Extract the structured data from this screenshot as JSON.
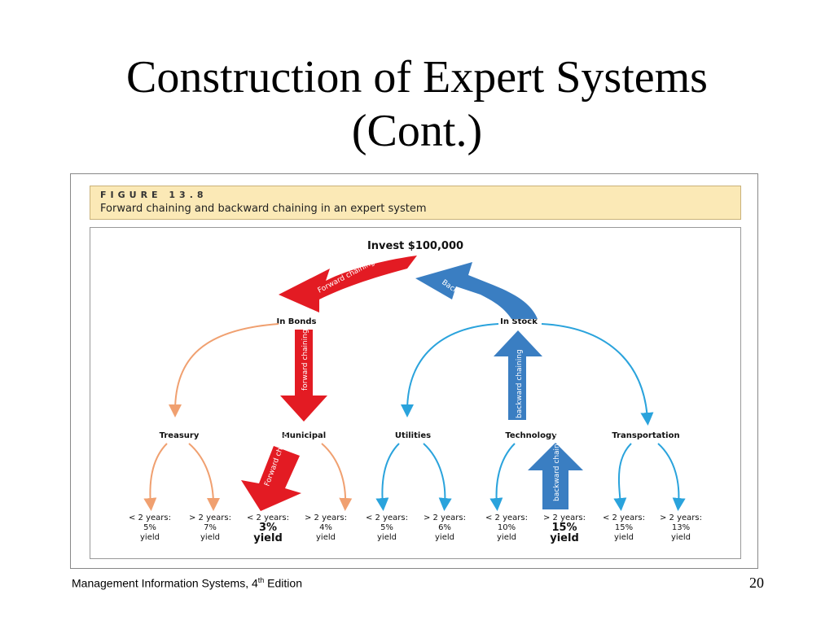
{
  "slide": {
    "title_line1": "Construction of Expert Systems",
    "title_line2": "(Cont.)",
    "footer_text": "Management Information Systems, 4",
    "footer_sup": "th",
    "footer_suffix": " Edition",
    "page_number": "20"
  },
  "figure": {
    "number": "FIGURE 13.8",
    "caption": "Forward chaining and backward chaining in an expert system"
  },
  "diagram": {
    "root": "Invest $100,000",
    "branches": [
      "In Bonds",
      "In Stock"
    ],
    "categories": [
      "Treasury",
      "Municipal",
      "Utilities",
      "Technology",
      "Transportation"
    ],
    "arrow_labels": {
      "forward": "Forward chaining",
      "backward": "Backward chaining",
      "forward_vertical": "forward chaining",
      "backward_vertical": "backward chaining"
    },
    "leaves": [
      {
        "period": "< 2 years:",
        "yield": "5%",
        "unit": "yield"
      },
      {
        "period": "> 2 years:",
        "yield": "7%",
        "unit": "yield"
      },
      {
        "period": "< 2 years:",
        "yield": "3%",
        "unit": "yield"
      },
      {
        "period": "> 2 years:",
        "yield": "4%",
        "unit": "yield"
      },
      {
        "period": "< 2 years:",
        "yield": "5%",
        "unit": "yield"
      },
      {
        "period": "> 2 years:",
        "yield": "6%",
        "unit": "yield"
      },
      {
        "period": "< 2 years:",
        "yield": "10%",
        "unit": "yield"
      },
      {
        "period": "> 2 years:",
        "yield": "15%",
        "unit": "yield"
      },
      {
        "period": "< 2 years:",
        "yield": "15%",
        "unit": "yield"
      },
      {
        "period": "> 2 years:",
        "yield": "13%",
        "unit": "yield"
      }
    ],
    "colors": {
      "forward": "#e31b23",
      "backward": "#3a7ec2",
      "bond_line": "#f0a070",
      "stock_line": "#2aa3dc"
    }
  }
}
